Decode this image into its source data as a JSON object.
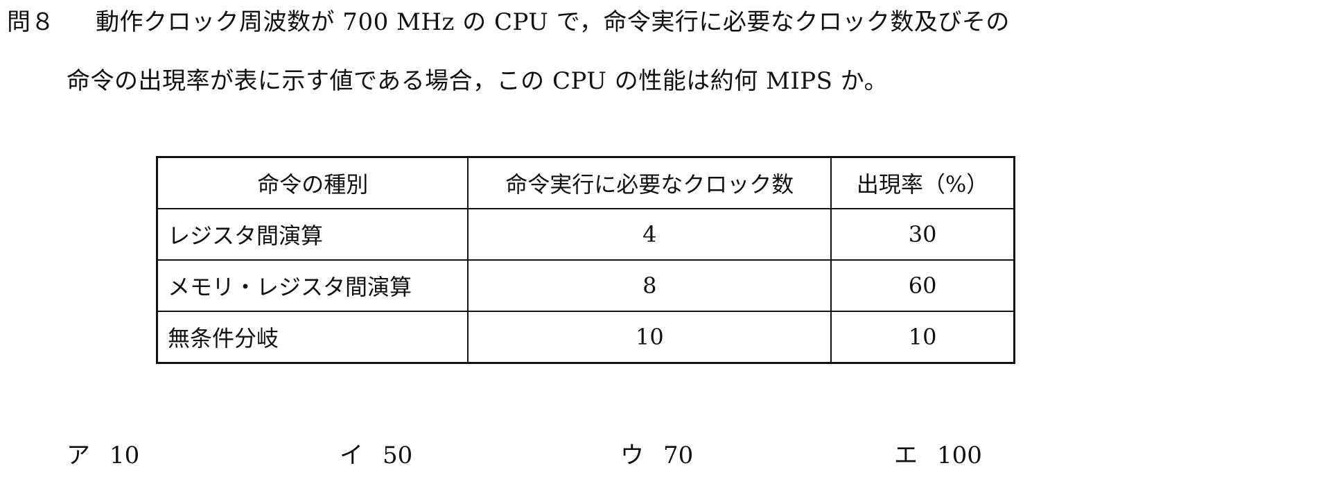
{
  "question": {
    "number": "問８",
    "line1": "動作クロック周波数が 700 MHz の CPU で，命令実行に必要なクロック数及びその",
    "line2": "命令の出現率が表に示す値である場合，この CPU の性能は約何 MIPS か。"
  },
  "table": {
    "headers": [
      "命令の種別",
      "命令実行に必要なクロック数",
      "出現率（%）"
    ],
    "rows": [
      {
        "type": "レジスタ間演算",
        "clocks": "4",
        "rate": "30"
      },
      {
        "type": "メモリ・レジスタ間演算",
        "clocks": "8",
        "rate": "60"
      },
      {
        "type": "無条件分岐",
        "clocks": "10",
        "rate": "10"
      }
    ]
  },
  "choices": [
    {
      "letter": "ア",
      "value": "10"
    },
    {
      "letter": "イ",
      "value": "50"
    },
    {
      "letter": "ウ",
      "value": "70"
    },
    {
      "letter": "エ",
      "value": "100"
    }
  ]
}
